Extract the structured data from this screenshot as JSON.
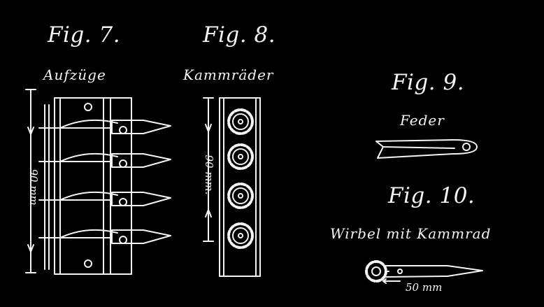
{
  "palette": {
    "background": "#000000",
    "ink": "#f4f4f4"
  },
  "figures": [
    {
      "id": "fig7",
      "title": "Fig. 7.",
      "caption": "Aufzüge",
      "dimension": "90 mm."
    },
    {
      "id": "fig8",
      "title": "Fig. 8.",
      "caption": "Kammräder",
      "dimension": "90 mm."
    },
    {
      "id": "fig9",
      "title": "Fig. 9.",
      "caption": "Feder"
    },
    {
      "id": "fig10",
      "title": "Fig. 10.",
      "caption": "Wirbel mit Kammrad",
      "dimension": "50 mm"
    }
  ]
}
